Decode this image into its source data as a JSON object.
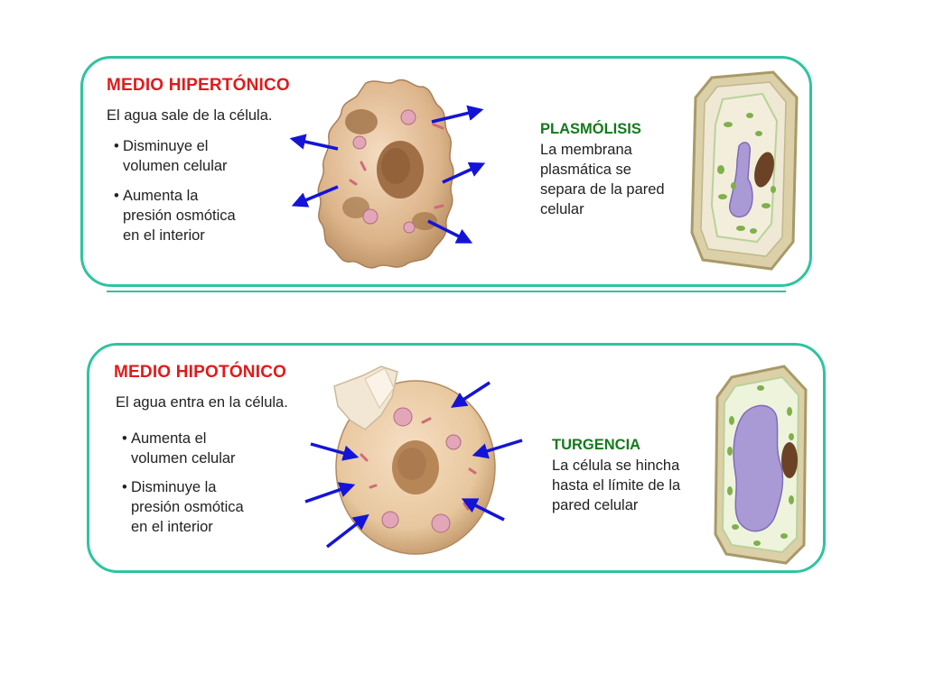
{
  "hypertonic": {
    "title": "MEDIO HIPERTÓNICO",
    "subtitle": "El agua sale de la célula.",
    "bullets": [
      {
        "line1": "Disminuye el",
        "line2": "volumen celular",
        "line3": ""
      },
      {
        "line1": "Aumenta la",
        "line2": "presión osmótica",
        "line3": "en el interior"
      }
    ],
    "term": "PLASMÓLISIS",
    "description": {
      "line1": "La membrana",
      "line2": "plasmática se",
      "line3": "separa de la pared",
      "line4": "celular"
    }
  },
  "hypotonic": {
    "title": "MEDIO HIPOTÓNICO",
    "subtitle": "El agua entra en la célula.",
    "bullets": [
      {
        "line1": "Aumenta el",
        "line2": "volumen celular",
        "line3": ""
      },
      {
        "line1": "Disminuye la",
        "line2": "presión osmótica",
        "line3": "en el interior"
      }
    ],
    "term": "TURGENCIA",
    "description": {
      "line1": "La célula se hincha",
      "line2": "hasta el límite de la",
      "line3": "pared celular",
      "line4": ""
    }
  },
  "colors": {
    "panel_border": "#2ec4a0",
    "title": "#e01b1b",
    "term": "#137a1b",
    "arrow": "#1414d8",
    "animal_cell": "#e7c79e",
    "vacuole": "#a99ad6",
    "chloroplast": "#7fb04a"
  },
  "icons": {
    "arrow": "blue-arrow-icon",
    "bullet": "bullet-dot"
  }
}
